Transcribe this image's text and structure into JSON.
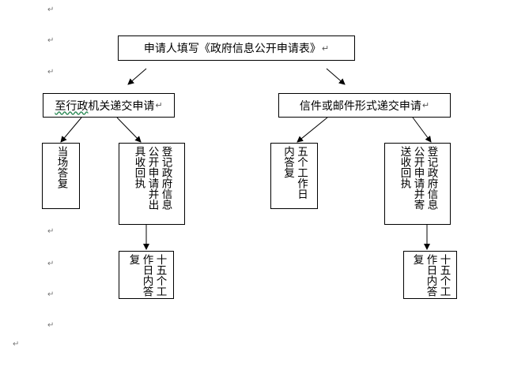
{
  "paragraph_mark": "↵",
  "top": {
    "label": "申请人填写《政府信息公开申请表》"
  },
  "left_branch": {
    "label": "至行政机关递交申请",
    "label_marked": "至行政",
    "label_rest": "机关递交申请",
    "box_answer": "当场答复",
    "box_register": "登记政府信息公开申请并出具收回执",
    "box_days": "十五个工作日内答复"
  },
  "right_branch": {
    "label": "信件或邮件形式递交申请",
    "box_days_short": "五个工作日内答复",
    "box_register": "登记政府信息公开申请并寄送收回执",
    "box_days": "十五个工作日内答复"
  }
}
